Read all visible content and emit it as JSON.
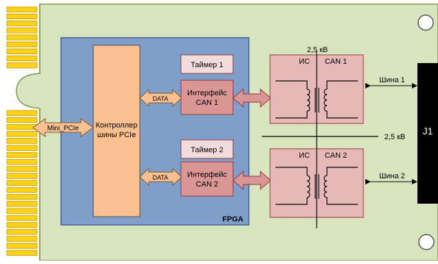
{
  "colors": {
    "board": "#d7e4bd",
    "board_stroke": "#7f9a4a",
    "gold": "#ffd21a",
    "gold_stroke": "#c59a00",
    "fpga": "#7f9fcb",
    "fpga_stroke": "#3c5f95",
    "controller": "#fac08f",
    "pink": "#e6b9b8",
    "pink_stroke": "#963634",
    "can_iface": "#d99694",
    "arrow_red": "#d99694",
    "arrow_orange": "#fac08f",
    "connector": "#000000"
  },
  "labels": {
    "mini_pcie": "Mini_PCIe",
    "controller_line1": "Контроллер",
    "controller_line2": "шины PCIe",
    "fpga": "FPGA",
    "timer1": "Таймер 1",
    "timer2": "Таймер 2",
    "data1": "DATA",
    "data2": "DATA",
    "can1_line1": "Интерфейс",
    "can1_line2": "CAN 1",
    "can2_line1": "Интерфейс",
    "can2_line2": "CAN 2",
    "iso_voltage_top": "2,5 кВ",
    "iso_voltage_mid": "2,5 кВ",
    "ic1_left": "ИС",
    "ic1_right": "CAN 1",
    "ic2_left": "ИС",
    "ic2_right": "CAN 2",
    "bus1": "Шина 1",
    "bus2": "Шина 2",
    "connector": "J1"
  }
}
